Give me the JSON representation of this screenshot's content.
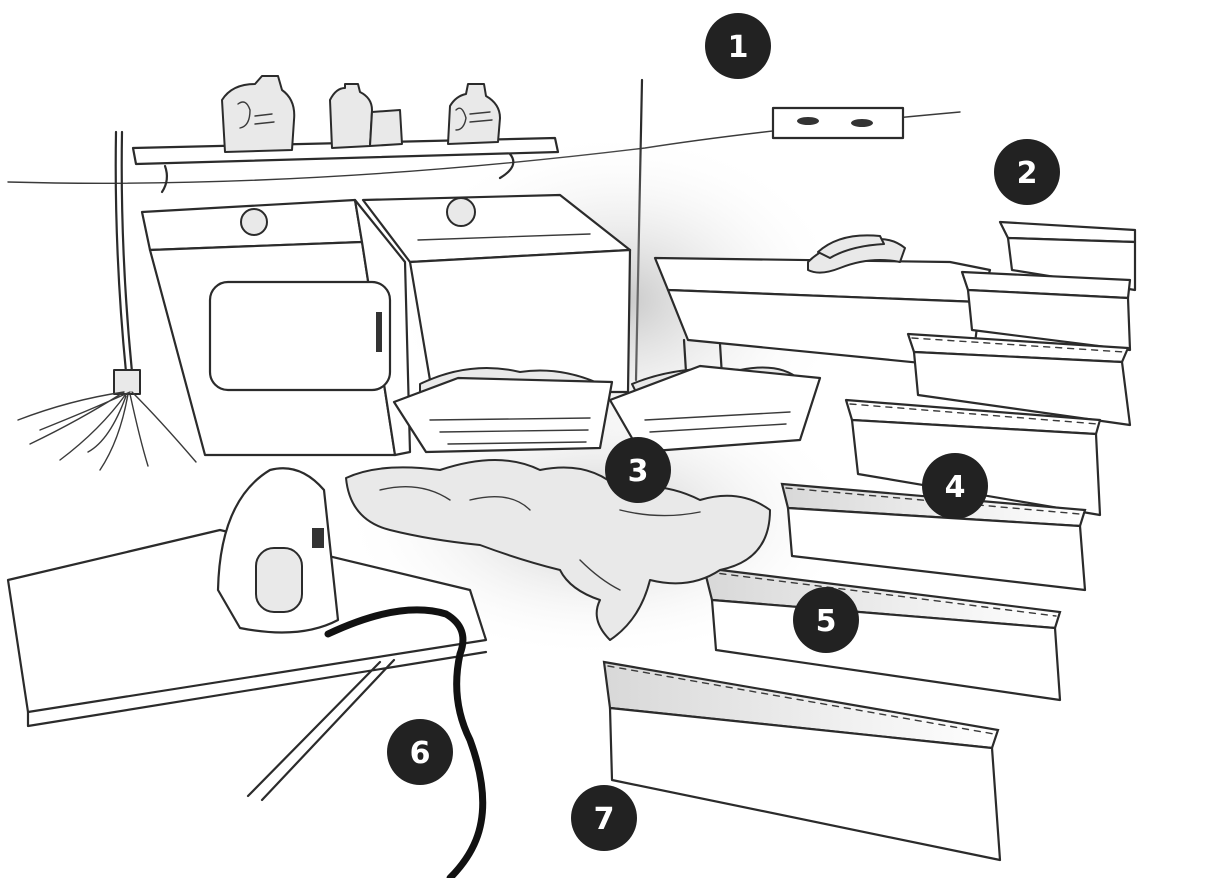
{
  "markers": [
    {
      "id": "1",
      "label": "1"
    },
    {
      "id": "2",
      "label": "2"
    },
    {
      "id": "3",
      "label": "3"
    },
    {
      "id": "4",
      "label": "4"
    },
    {
      "id": "5",
      "label": "5"
    },
    {
      "id": "6",
      "label": "6"
    },
    {
      "id": "7",
      "label": "7"
    }
  ],
  "icons": [
    "laundry-shelf",
    "detergent-bottle",
    "mop-icon",
    "dryer-icon",
    "washer-icon",
    "laundry-sink",
    "rubber-gloves",
    "laundry-basket",
    "clothes-pile",
    "ironing-board",
    "iron-icon",
    "power-cord",
    "staircase",
    "wall-outlet"
  ]
}
